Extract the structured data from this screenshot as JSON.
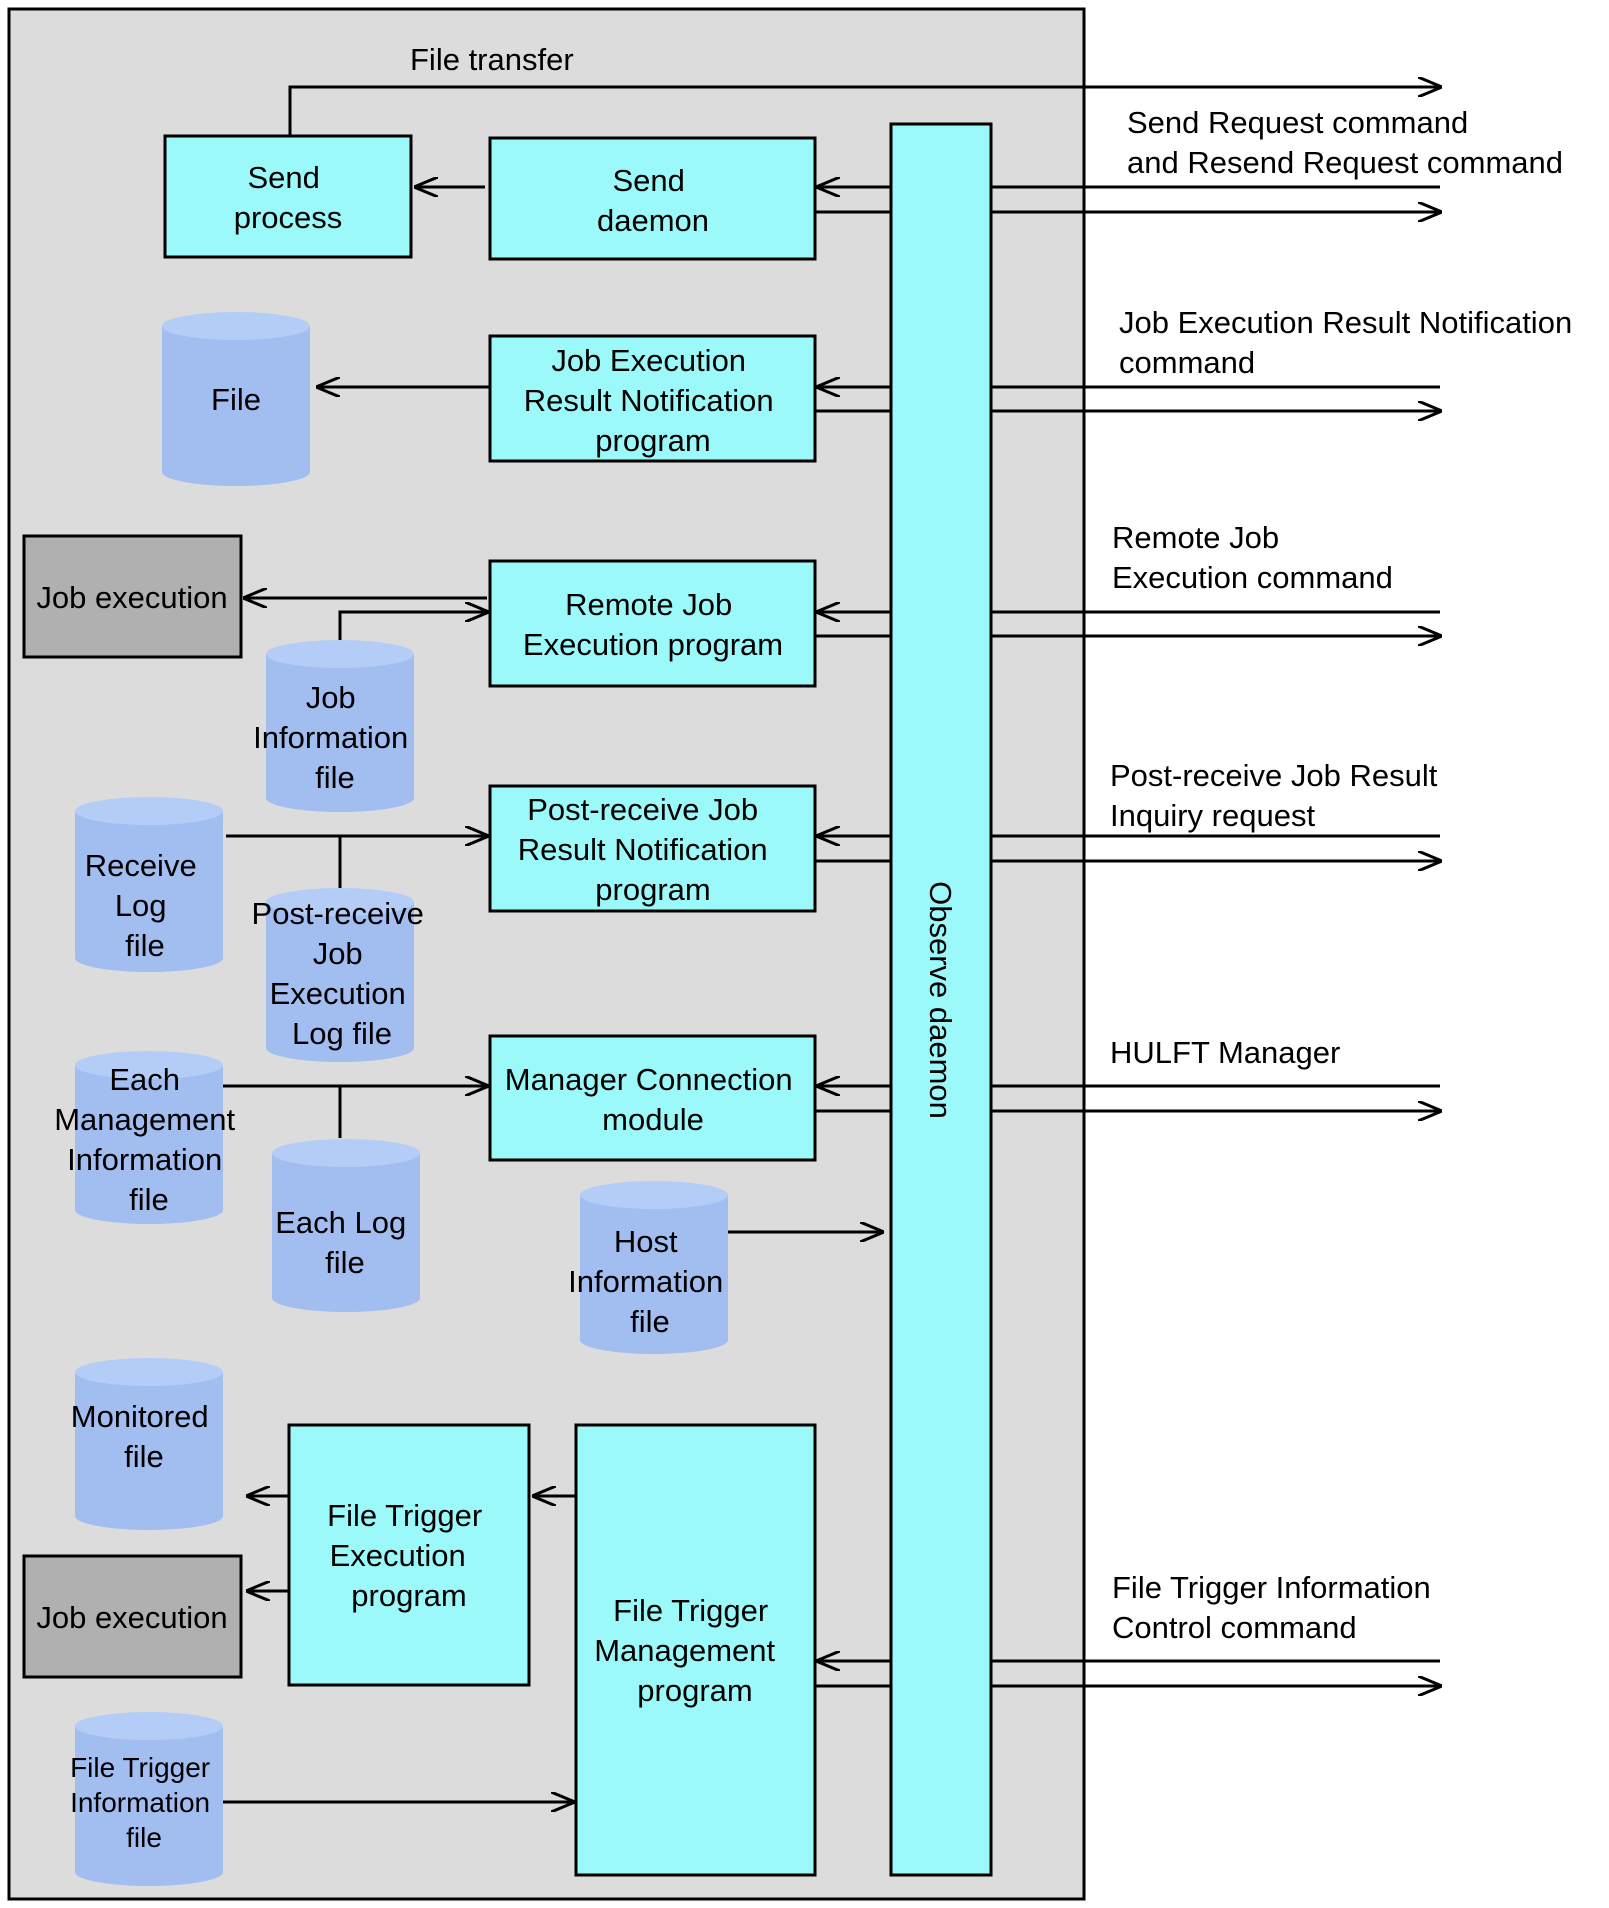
{
  "labels": {
    "file_transfer": "File transfer",
    "send_process": [
      "Send",
      "process"
    ],
    "send_daemon": [
      "Send",
      "daemon"
    ],
    "job_exec_result_program": [
      "Job Execution",
      "Result Notification",
      "program"
    ],
    "remote_job_program": [
      "Remote Job",
      "Execution program"
    ],
    "post_receive_program": [
      "Post-receive Job",
      "Result Notification",
      "program"
    ],
    "manager_module": [
      "Manager Connection",
      "module"
    ],
    "file_trigger_exec": [
      "File Trigger",
      "Execution",
      "program"
    ],
    "file_trigger_mgmt": [
      "File Trigger",
      "Management",
      "program"
    ],
    "observe_daemon": "Observe daemon",
    "job_execution_1": "Job execution",
    "job_execution_2": "Job execution"
  },
  "files": {
    "file": [
      "File"
    ],
    "job_info": [
      "Job",
      "Information",
      "file"
    ],
    "receive_log": [
      "Receive",
      "Log",
      "file"
    ],
    "post_receive_log": [
      "Post-receive",
      "Job",
      "Execution",
      "Log file"
    ],
    "each_mgmt_info": [
      "Each",
      "Management",
      "Information",
      "file"
    ],
    "each_log": [
      "Each Log",
      "file"
    ],
    "host_info": [
      "Host",
      "Information",
      "file"
    ],
    "monitored": [
      "Monitored",
      "file"
    ],
    "ft_info": [
      "File Trigger",
      "Information",
      "file"
    ]
  },
  "commands": {
    "send_request": [
      "Send Request command",
      "and Resend Request command"
    ],
    "job_exec_result": [
      "Job Execution Result Notification",
      "command"
    ],
    "remote_job": [
      "Remote Job",
      "Execution command"
    ],
    "post_receive": [
      "Post-receive Job Result",
      "Inquiry request"
    ],
    "hulft_manager": [
      "HULFT Manager"
    ],
    "file_trigger_info": [
      "File Trigger Information",
      "Control command"
    ]
  },
  "colors": {
    "panel": "#dcdcdc",
    "program_box": "#9bf9f9",
    "job_box": "#b0b0b0",
    "cylinder": "#a2bdf0"
  }
}
